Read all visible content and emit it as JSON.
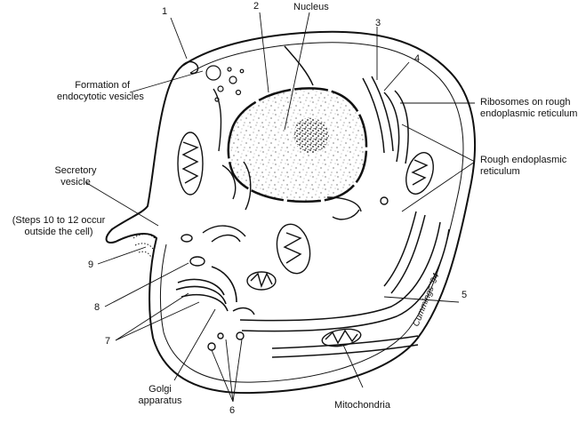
{
  "labels": {
    "nucleus": "Nucleus",
    "endocytotic": [
      "Formation of",
      "endocytotic vesicles"
    ],
    "ribosomes": [
      "Ribosomes on rough",
      "endoplasmic reticulum"
    ],
    "rough_er": [
      "Rough endoplasmic",
      "reticulum"
    ],
    "secretory": [
      "Secretory",
      "vesicle"
    ],
    "steps": [
      "(Steps 10 to 12 occur",
      "outside the cell)"
    ],
    "golgi": [
      "Golgi",
      "apparatus"
    ],
    "mitochondria": "Mitochondria"
  },
  "numbers": {
    "n1": "1",
    "n2": "2",
    "n3": "3",
    "n4": "4",
    "n5": "5",
    "n6": "6",
    "n7": "7",
    "n8": "8",
    "n9": "9"
  },
  "signature": "Cummings '94",
  "colors": {
    "ink": "#111111",
    "paper": "#ffffff"
  }
}
